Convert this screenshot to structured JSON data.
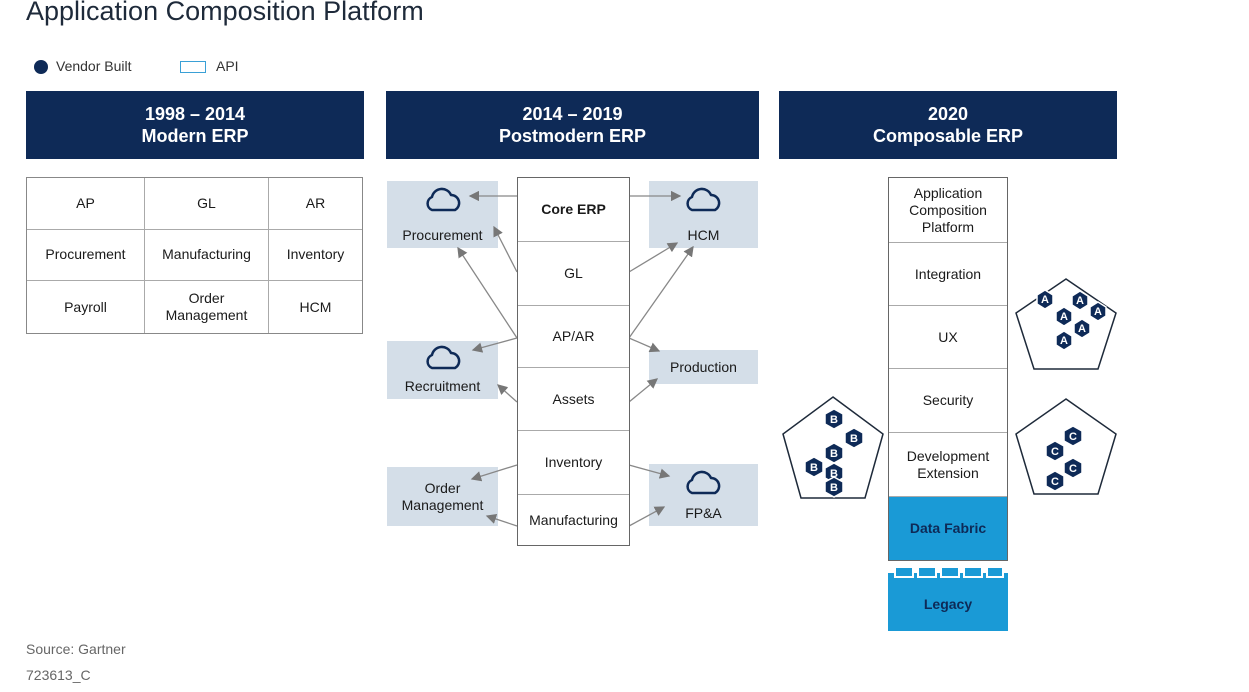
{
  "title": "Application Composition Platform",
  "legend": {
    "vendor_built": "Vendor Built",
    "api": "API",
    "vendor_color": "#0e2a57",
    "api_color": "#3aa0d6"
  },
  "columns": [
    {
      "years": "1998 – 2014",
      "name": "Modern ERP"
    },
    {
      "years": "2014 – 2019",
      "name": "Postmodern ERP"
    },
    {
      "years": "2020",
      "name": "Composable ERP"
    }
  ],
  "modern_grid": {
    "cells": [
      "AP",
      "GL",
      "AR",
      "Procurement",
      "Manufacturing",
      "Inventory",
      "Payroll",
      "Order\nManagement",
      "HCM"
    ]
  },
  "postmodern": {
    "core_stack": [
      "Core ERP",
      "GL",
      "AP/AR",
      "Assets",
      "Inventory",
      "Manufacturing"
    ],
    "api_boxes": {
      "procurement": "Procurement",
      "hcm": "HCM",
      "recruitment": "Recruitment",
      "production": "Production",
      "order_management": "Order\nManagement",
      "fpa": "FP&A"
    }
  },
  "composable": {
    "stack": [
      "Application\nComposition\nPlatform",
      "Integration",
      "UX",
      "Security",
      "Development\nExtension"
    ],
    "data_fabric": "Data Fabric",
    "legacy": "Legacy",
    "cluster_a": [
      "A",
      "A",
      "A",
      "A",
      "A",
      "A"
    ],
    "cluster_b": [
      "B",
      "B",
      "B",
      "B",
      "B",
      "B"
    ],
    "cluster_c": [
      "C",
      "C",
      "C",
      "C"
    ],
    "fabric_color": "#1a9ad6"
  },
  "footer": {
    "source": "Source: Gartner",
    "id": "723613_C"
  }
}
